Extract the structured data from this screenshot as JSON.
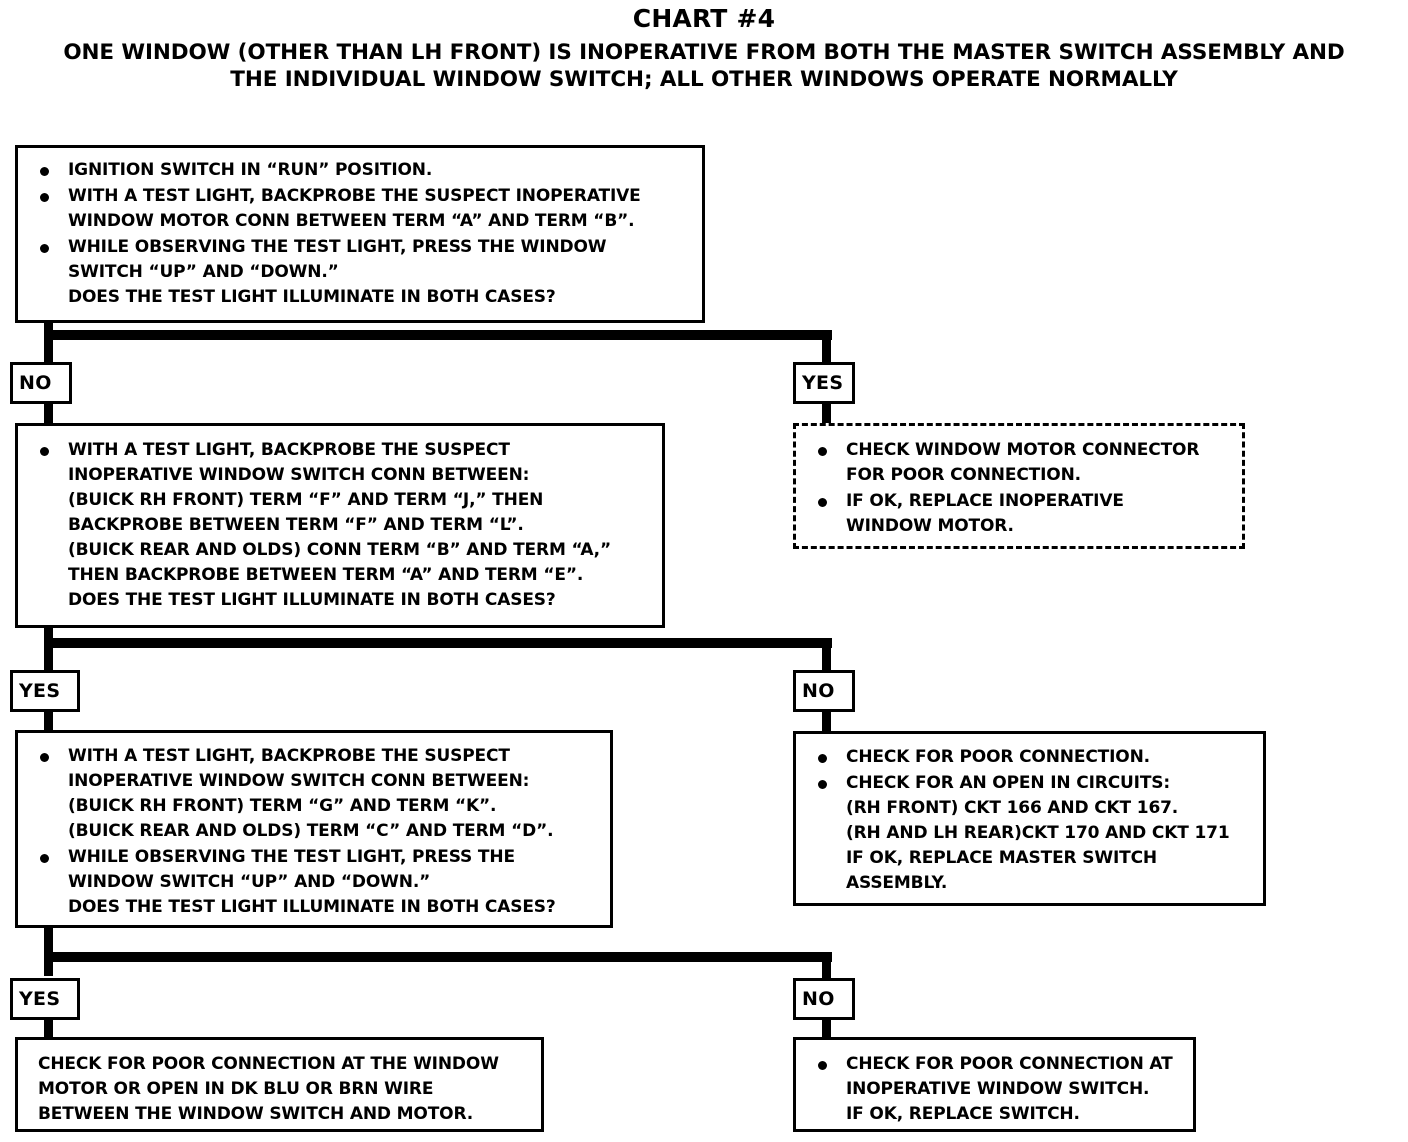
{
  "header": {
    "title": "CHART #4",
    "subtitle_line1": "ONE WINDOW (OTHER THAN LH FRONT) IS INOPERATIVE FROM BOTH THE MASTER SWITCH ASSEMBLY AND",
    "subtitle_line2": "THE INDIVIDUAL WINDOW SWITCH; ALL OTHER WINDOWS OPERATE NORMALLY"
  },
  "colors": {
    "ink": "#000000",
    "paper": "#ffffff"
  },
  "nodes": {
    "step1": {
      "name": "initial-test-step",
      "border": "solid",
      "bullets": [
        "IGNITION SWITCH IN “RUN” POSITION.",
        "WITH A TEST LIGHT, BACKPROBE THE SUSPECT INOPERATIVE\nWINDOW MOTOR CONN BETWEEN TERM “A” AND TERM “B”.",
        "WHILE OBSERVING THE TEST LIGHT, PRESS THE WINDOW\nSWITCH “UP” AND “DOWN.”\nDOES THE TEST LIGHT ILLUMINATE IN BOTH CASES?"
      ]
    },
    "step2": {
      "name": "window-switch-conn-backprobe-step",
      "border": "solid",
      "bullets": [
        "WITH A TEST LIGHT, BACKPROBE THE SUSPECT\nINOPERATIVE WINDOW SWITCH CONN BETWEEN:\n(BUICK RH FRONT) TERM “F” AND TERM “J,” THEN\nBACKPROBE BETWEEN TERM “F” AND TERM “L”.\n(BUICK REAR AND OLDS) CONN TERM “B” AND TERM “A,”\nTHEN BACKPROBE BETWEEN TERM “A” AND TERM “E”.\nDOES THE TEST LIGHT ILLUMINATE IN BOTH CASES?"
      ]
    },
    "step3": {
      "name": "window-switch-gk-cd-step",
      "border": "solid",
      "bullets": [
        "WITH A TEST LIGHT, BACKPROBE THE SUSPECT\nINOPERATIVE WINDOW SWITCH CONN BETWEEN:\n(BUICK RH FRONT) TERM “G” AND TERM “K”.\n(BUICK REAR AND OLDS) TERM “C” AND TERM “D”.",
        "WHILE OBSERVING THE TEST LIGHT, PRESS THE\nWINDOW SWITCH “UP” AND “DOWN.”\nDOES THE TEST LIGHT ILLUMINATE IN BOTH CASES?"
      ]
    },
    "motor_check": {
      "name": "window-motor-connector-action",
      "border": "dashed",
      "bullets": [
        "CHECK WINDOW MOTOR CONNECTOR\nFOR POOR CONNECTION.",
        "IF OK, REPLACE INOPERATIVE\nWINDOW MOTOR."
      ]
    },
    "circuit_check": {
      "name": "open-circuit-check-action",
      "border": "solid",
      "bullets": [
        "CHECK FOR POOR CONNECTION.",
        "CHECK FOR AN OPEN IN CIRCUITS:\n(RH FRONT) CKT 166 AND CKT 167.\n(RH AND LH REAR)CKT 170 AND CKT  171\nIF OK, REPLACE MASTER SWITCH\nASSEMBLY."
      ]
    },
    "final_left": {
      "name": "motor-wire-open-action",
      "border": "solid",
      "bullets": [
        "CHECK FOR POOR CONNECTION AT THE WINDOW\nMOTOR OR OPEN IN DK BLU OR BRN WIRE\nBETWEEN THE WINDOW SWITCH AND MOTOR."
      ]
    },
    "final_right": {
      "name": "inoperative-switch-action",
      "border": "solid",
      "bullets": [
        "CHECK FOR POOR CONNECTION AT\nINOPERATIVE WINDOW SWITCH.\nIF OK, REPLACE SWITCH."
      ]
    }
  },
  "decisions": {
    "d1_left": "NO",
    "d1_right": "YES",
    "d2_left": "YES",
    "d2_right": "NO",
    "d3_left": "YES",
    "d3_right": "NO"
  }
}
